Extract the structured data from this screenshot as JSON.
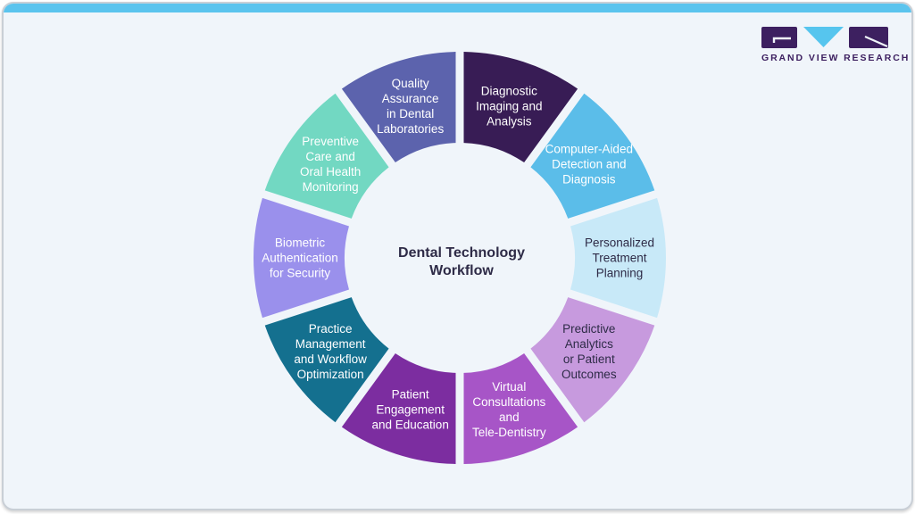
{
  "page": {
    "background": "#f0f5fa",
    "border_color": "#c9cfd6",
    "topbar_color": "#5bc4ee"
  },
  "logo": {
    "text": "GRAND VIEW RESEARCH",
    "text_color": "#3d2060",
    "mark_purple": "#3d2060",
    "mark_cyan": "#56c5ee"
  },
  "chart_data": {
    "type": "pie",
    "variant": "donut_cycle_diagram",
    "title": "Dental Technology Workflow",
    "title_display": "Dental Technology\nWorkflow",
    "title_color": "#2e2b47",
    "segment_count": 10,
    "equal_segments": true,
    "segment_angle_deg": 36,
    "legend_position": "labels-inside-segments",
    "segments": [
      {
        "label": "Diagnostic Imaging and Analysis",
        "lines": [
          "Diagnostic",
          "Imaging and",
          "Analysis"
        ],
        "color": "#381c55",
        "text_color": "#ffffff"
      },
      {
        "label": "Computer-Aided Detection and Diagnosis",
        "lines": [
          "Computer-Aided",
          "Detection and",
          "Diagnosis"
        ],
        "color": "#5bbde9",
        "text_color": "#ffffff"
      },
      {
        "label": "Personalized Treatment Planning",
        "lines": [
          "Personalized",
          "Treatment",
          "Planning"
        ],
        "color": "#c8e9f8",
        "text_color": "#2e2b47"
      },
      {
        "label": "Predictive Analytics or Patient Outcomes",
        "lines": [
          "Predictive",
          "Analytics",
          "or Patient",
          "Outcomes"
        ],
        "color": "#c79ade",
        "text_color": "#2e2b47"
      },
      {
        "label": "Virtual Consultations and Tele-Dentistry",
        "lines": [
          "Virtual",
          "Consultations",
          "and",
          "Tele-Dentistry"
        ],
        "color": "#a755c7",
        "text_color": "#ffffff"
      },
      {
        "label": "Patient Engagement and Education",
        "lines": [
          "Patient",
          "Engagement",
          "and Education"
        ],
        "color": "#7c2da0",
        "text_color": "#ffffff"
      },
      {
        "label": "Practice Management and Workflow Optimization",
        "lines": [
          "Practice",
          "Management",
          "and Workflow",
          "Optimization"
        ],
        "color": "#14708f",
        "text_color": "#ffffff"
      },
      {
        "label": "Biometric Authentication for Security",
        "lines": [
          "Biometric",
          "Authentication",
          "for Security"
        ],
        "color": "#9a90ec",
        "text_color": "#ffffff"
      },
      {
        "label": "Preventive Care and Oral Health Monitoring",
        "lines": [
          "Preventive",
          "Care and",
          "Oral Health",
          "Monitoring"
        ],
        "color": "#72d8c2",
        "text_color": "#ffffff"
      },
      {
        "label": "Quality Assurance in Dental Laboratories",
        "lines": [
          "Quality",
          "Assurance",
          "in Dental",
          "Laboratories"
        ],
        "color": "#5c63ad",
        "text_color": "#ffffff"
      }
    ]
  }
}
